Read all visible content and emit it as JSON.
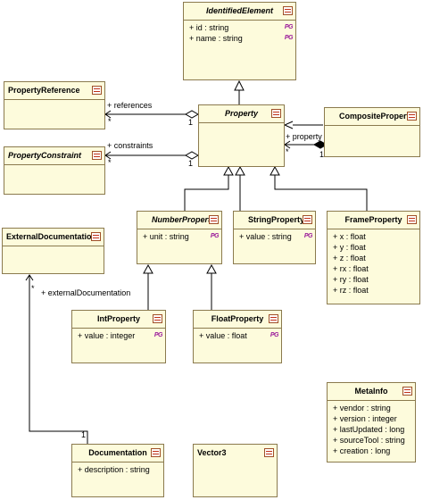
{
  "classes": {
    "identified_element": {
      "name": "IdentifiedElement",
      "attrs": [
        "+ id : string",
        "+ name : string"
      ]
    },
    "property_reference": {
      "name": "PropertyReference"
    },
    "property": {
      "name": "Property"
    },
    "property_constraint": {
      "name": "PropertyConstraint"
    },
    "composite_property": {
      "name": "CompositeProperty"
    },
    "number_property": {
      "name": "NumberProperty",
      "attrs": [
        "+ unit : string"
      ]
    },
    "string_property": {
      "name": "StringProperty",
      "attrs": [
        "+ value : string"
      ]
    },
    "frame_property": {
      "name": "FrameProperty",
      "attrs": [
        "+ x : float",
        "+ y : float",
        "+ z : float",
        "+ rx : float",
        "+ ry : float",
        "+ rz : float"
      ]
    },
    "external_documentation": {
      "name": "ExternalDocumentation"
    },
    "int_property": {
      "name": "IntProperty",
      "attrs": [
        "+ value : integer"
      ]
    },
    "float_property": {
      "name": "FloatProperty",
      "attrs": [
        "+ value : float"
      ]
    },
    "meta_info": {
      "name": "MetaInfo",
      "attrs": [
        "+ vendor : string",
        "+ version : integer",
        "+ lastUpdated : long",
        "+ sourceTool : string",
        "+ creation : long"
      ]
    },
    "documentation": {
      "name": "Documentation",
      "attrs": [
        "+ description : string"
      ]
    },
    "vector3": {
      "name": "Vector3"
    }
  },
  "labels": {
    "references": "+ references",
    "constraints": "+ constraints",
    "property": "+ property",
    "external_documentation": "+ externalDocumentation",
    "mult_star": "*",
    "mult_one": "1"
  },
  "icons": {
    "class_icon": "class-icon",
    "property_getter_icon": "getter-setter-icon"
  },
  "colors": {
    "class_fill": "#fdfbdc",
    "class_border": "#8b7a4e",
    "line": "#000000"
  }
}
